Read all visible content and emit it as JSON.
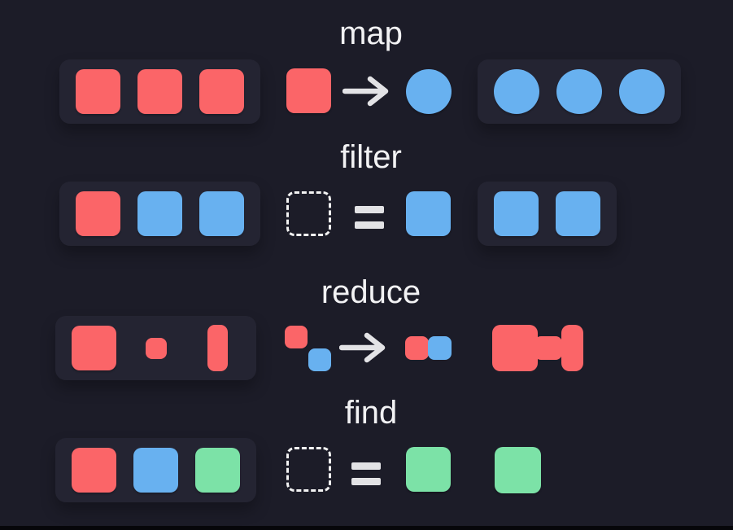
{
  "palette": {
    "bg": "#1c1c28",
    "tray": "#242432",
    "red": "#fb6568",
    "blue": "#68b1f0",
    "green": "#7ce2a7",
    "light": "#e2e2e5",
    "title": "#f2f2f4",
    "edge": "#06060a"
  },
  "rows": [
    {
      "id": "map",
      "title": "map",
      "input_items": [
        "red-square",
        "red-square",
        "red-square"
      ],
      "operation": {
        "from": "red-square",
        "operator_icon": "arrow-right-icon",
        "to": "blue-circle"
      },
      "output_items": [
        "blue-circle",
        "blue-circle",
        "blue-circle"
      ]
    },
    {
      "id": "filter",
      "title": "filter",
      "input_items": [
        "red-square",
        "blue-square",
        "blue-square"
      ],
      "operation": {
        "from": "empty-dashed-square",
        "operator_icon": "equals-icon",
        "to": "blue-square"
      },
      "output_items": [
        "blue-square",
        "blue-square"
      ]
    },
    {
      "id": "reduce",
      "title": "reduce",
      "input_items": [
        "large-red-square",
        "small-red-square",
        "tall-red-rect"
      ],
      "operation": {
        "from": "red-blue-diagonal-pair",
        "operator_icon": "arrow-right-icon",
        "to": "red-blue-joined-pair"
      },
      "output_items": [
        "merged-red-shape"
      ]
    },
    {
      "id": "find",
      "title": "find",
      "input_items": [
        "red-square",
        "blue-square",
        "green-square"
      ],
      "operation": {
        "from": "empty-dashed-square",
        "operator_icon": "equals-icon",
        "to": "green-square"
      },
      "output_items": [
        "green-square"
      ]
    }
  ]
}
